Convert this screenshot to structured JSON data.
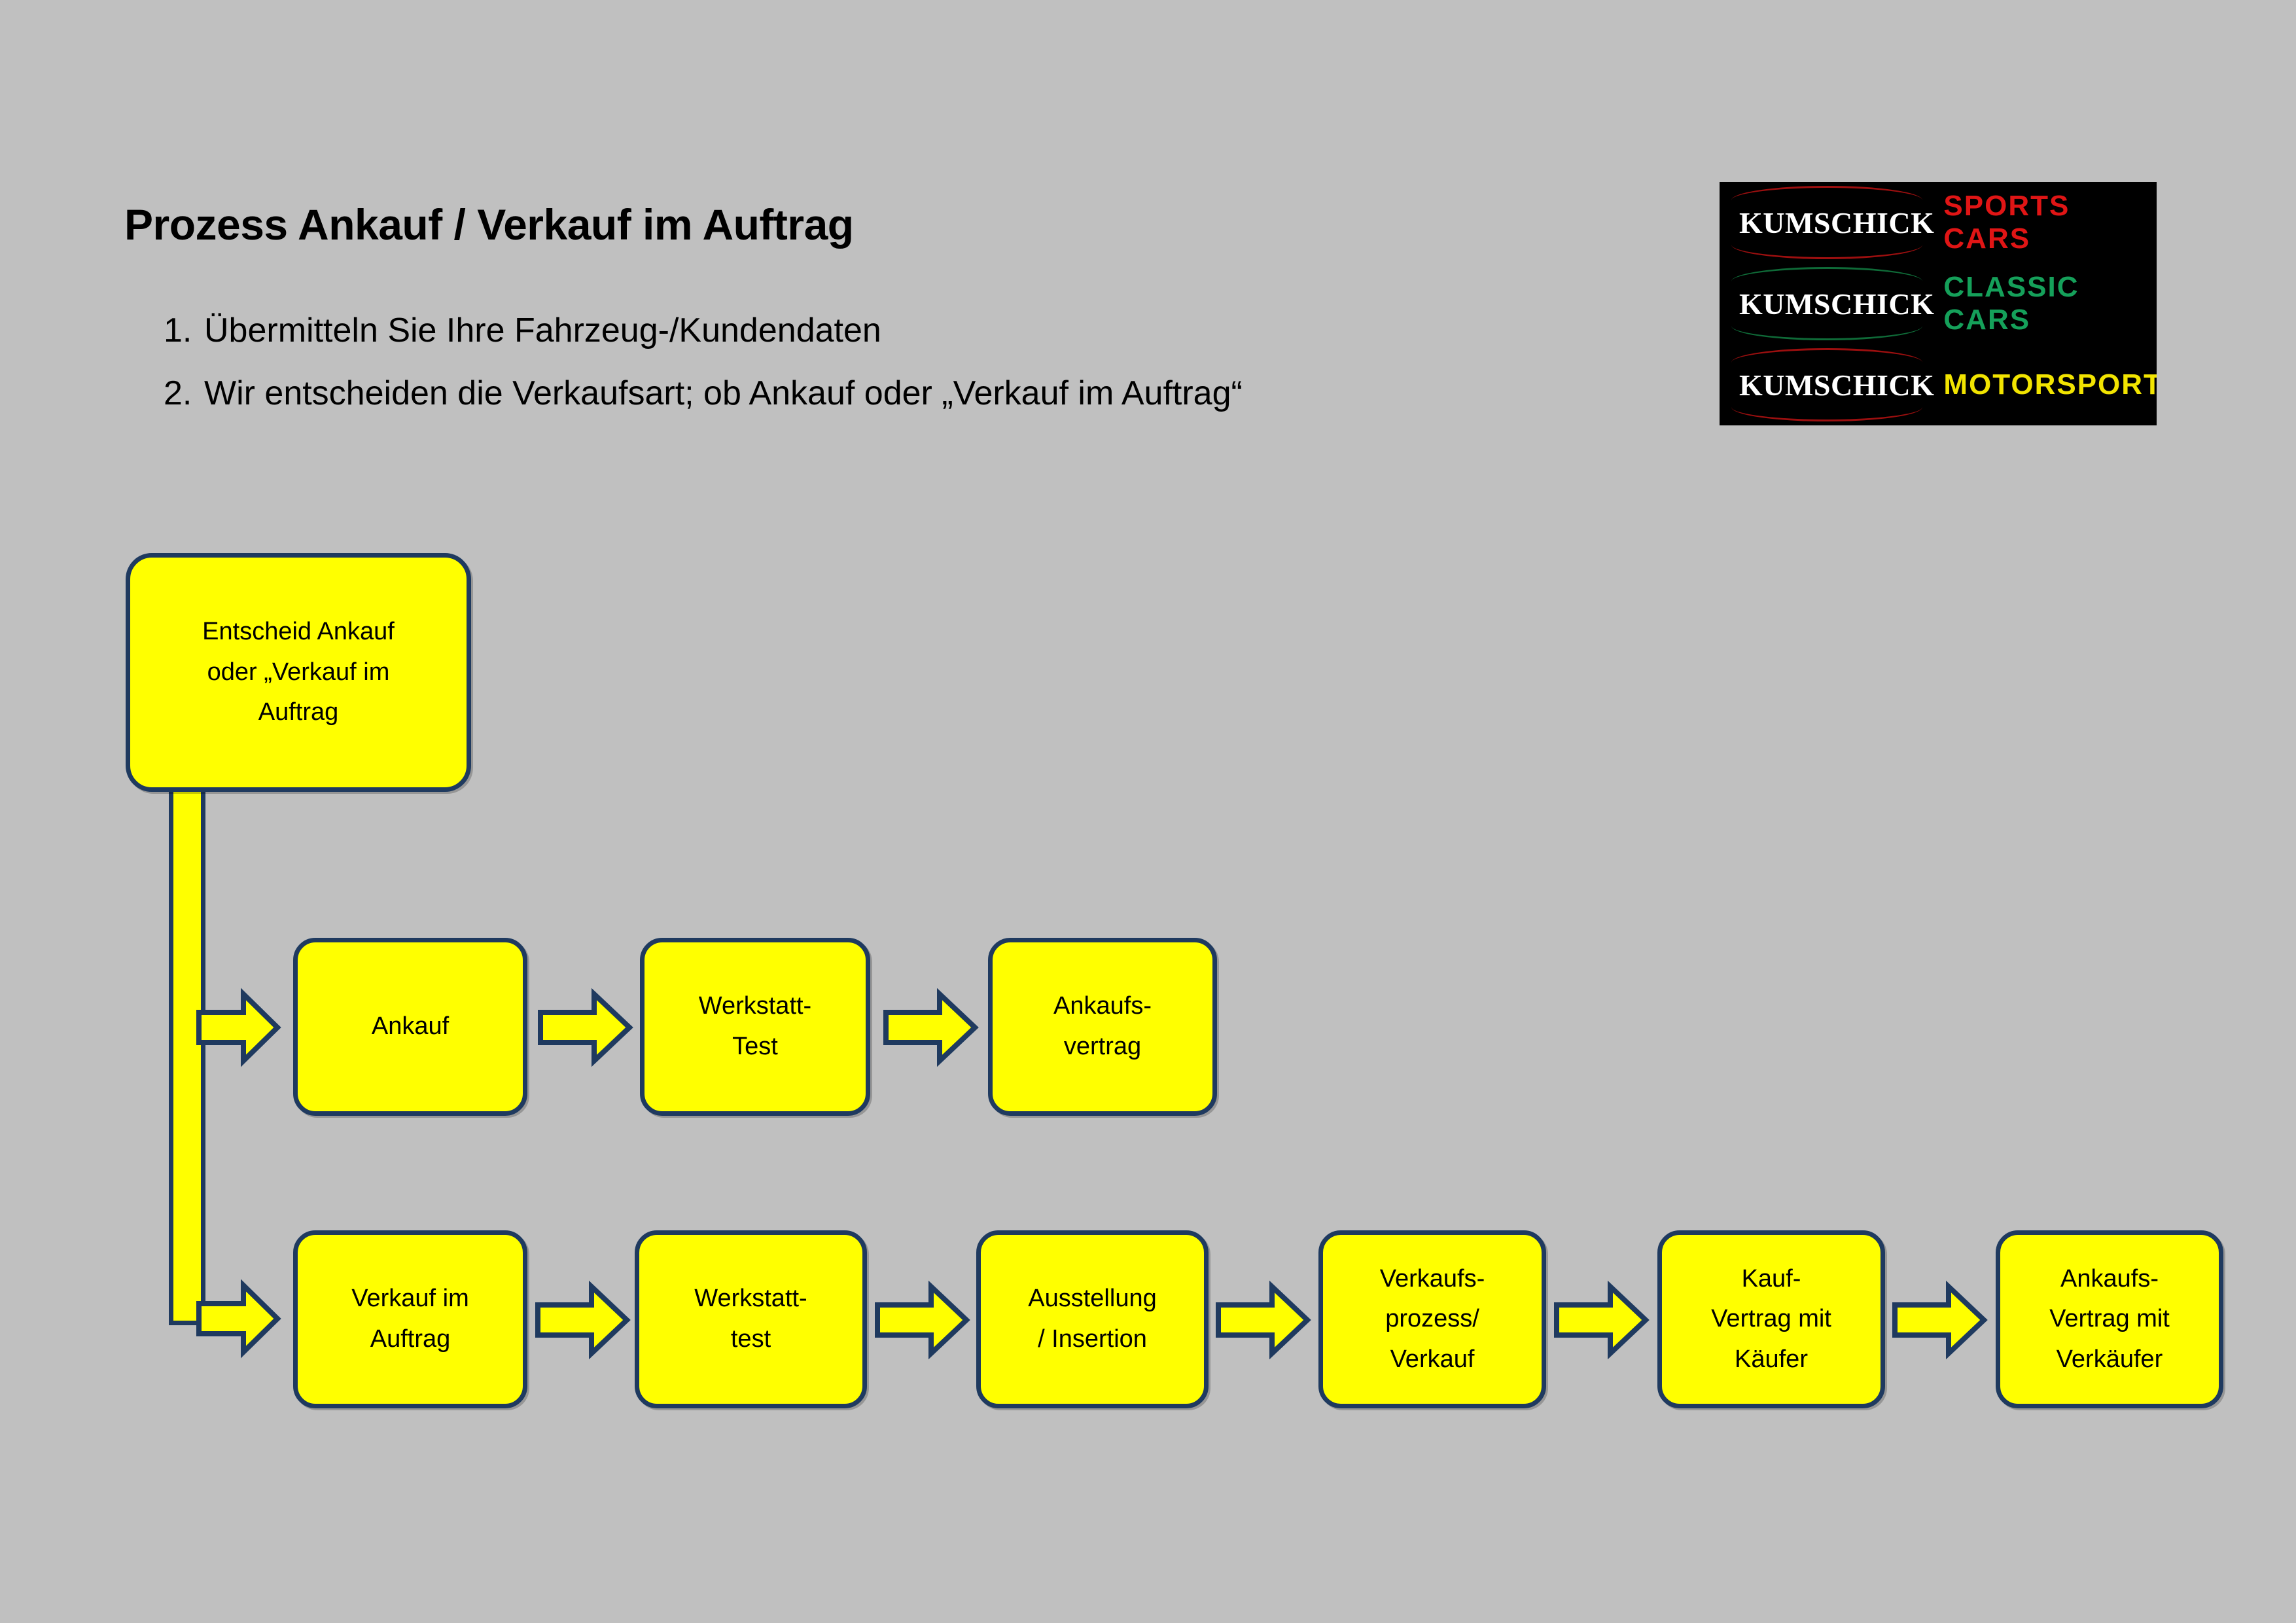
{
  "slide": {
    "title": "Prozess Ankauf / Verkauf im Auftrag",
    "background_color": "#c0c0c0"
  },
  "bullets": [
    {
      "number": "1.",
      "text": "Übermitteln Sie Ihre Fahrzeug-/Kundendaten"
    },
    {
      "number": "2.",
      "text": "Wir entscheiden die Verkaufsart; ob Ankauf oder „Verkauf im Auftrag“"
    }
  ],
  "logo": {
    "rows": [
      {
        "brand": "KUMSCHICK",
        "sub": "SPORTS CARS",
        "sub_color": "#e01515",
        "arc_color": "#9c0f0f"
      },
      {
        "brand": "KUMSCHICK",
        "sub": "CLASSIC CARS",
        "sub_color": "#15a05a",
        "arc_color": "#0f6b38"
      },
      {
        "brand": "KUMSCHICK",
        "sub": "MOTORSPORT",
        "sub_color": "#f2e400",
        "arc_color": "#9c0f0f"
      }
    ],
    "background_color": "#000000",
    "brand_color": "#ffffff"
  },
  "flow": {
    "node_fill": "#ffff00",
    "node_border": "#1f3a5f",
    "decision": {
      "lines": [
        "Entscheid Ankauf",
        "oder „Verkauf im",
        "Auftrag"
      ]
    },
    "branch_top": {
      "nodes": [
        {
          "lines": [
            "Ankauf"
          ]
        },
        {
          "lines": [
            "Werkstatt-",
            "Test"
          ]
        },
        {
          "lines": [
            "Ankaufs-",
            "vertrag"
          ]
        }
      ]
    },
    "branch_bottom": {
      "nodes": [
        {
          "lines": [
            "Verkauf im",
            "Auftrag"
          ]
        },
        {
          "lines": [
            "Werkstatt-",
            "test"
          ]
        },
        {
          "lines": [
            "Ausstellung",
            "/ Insertion"
          ]
        },
        {
          "lines": [
            "Verkaufs-",
            "prozess/",
            "Verkauf"
          ]
        },
        {
          "lines": [
            "Kauf-",
            "Vertrag mit",
            "Käufer"
          ]
        },
        {
          "lines": [
            "Ankaufs-",
            "Vertrag mit",
            "Verkäufer"
          ]
        }
      ]
    }
  }
}
